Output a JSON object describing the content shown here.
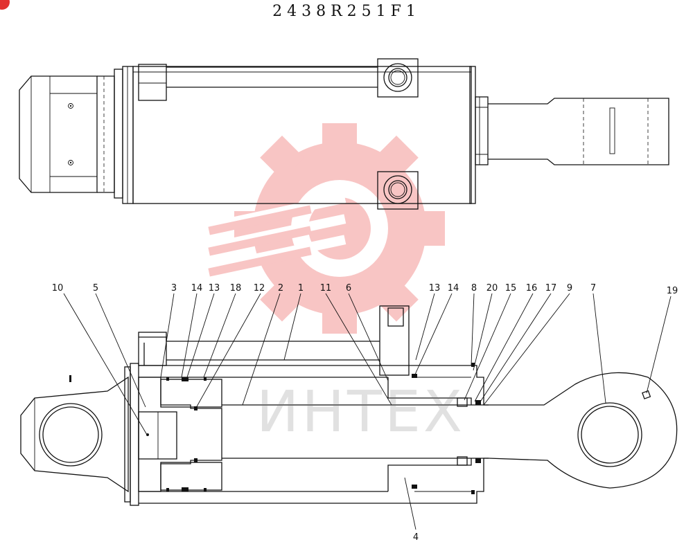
{
  "drawing": {
    "part_number": "2438R251F1",
    "watermark_text": "ИНТЕХ",
    "watermark_color": "#e8312f"
  },
  "callouts": [
    "10",
    "5",
    "3",
    "14",
    "13",
    "18",
    "12",
    "2",
    "1",
    "11",
    "6",
    "13",
    "14",
    "8",
    "20",
    "15",
    "16",
    "17",
    "9",
    "7",
    "19",
    "4"
  ]
}
